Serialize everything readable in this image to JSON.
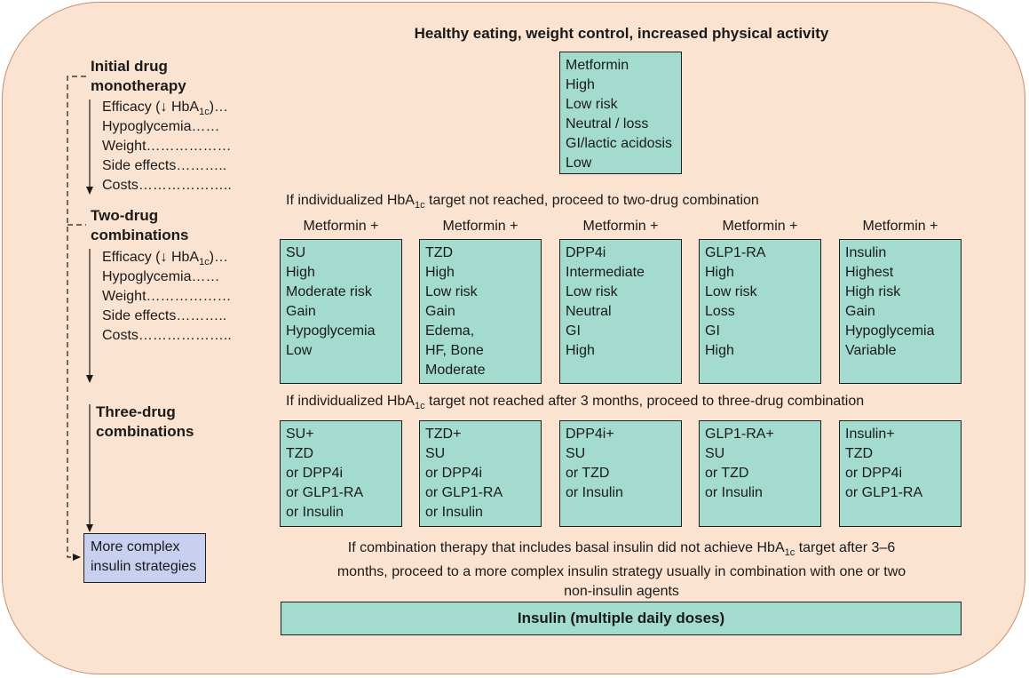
{
  "title": "Healthy eating, weight control, increased physical activity",
  "stages": {
    "mono": [
      "Initial drug",
      "monotherapy"
    ],
    "two": [
      "Two-drug",
      "combinations"
    ],
    "three": [
      "Three-drug",
      "combinations"
    ],
    "complex": [
      "More complex",
      "insulin strategies"
    ]
  },
  "metrics": {
    "efficacy_pre": "Efficacy (↓ HbA",
    "efficacy_sub": "1c",
    "efficacy_post": ")…",
    "hypo": "Hypoglycemia……",
    "weight": "Weight………………",
    "side": "Side effects………..",
    "costs": "Costs……………….."
  },
  "metformin_box": [
    "Metformin",
    "High",
    "Low risk",
    "Neutral / loss",
    "GI/lactic acidosis",
    "Low"
  ],
  "step2_text": {
    "pre": "If individualized HbA",
    "sub": "1c",
    "post": " target not reached, proceed to two-drug combination"
  },
  "column_header": "Metformin +",
  "two_drug": [
    [
      "SU",
      "High",
      "Moderate risk",
      "Gain",
      "Hypoglycemia",
      "Low"
    ],
    [
      "TZD",
      "High",
      "Low risk",
      "Gain",
      "Edema,",
      "HF, Bone",
      "Moderate"
    ],
    [
      "DPP4i",
      "Intermediate",
      "Low risk",
      "Neutral",
      "GI",
      "High"
    ],
    [
      "GLP1-RA",
      "High",
      "Low risk",
      "Loss",
      "GI",
      "High"
    ],
    [
      "Insulin",
      "Highest",
      "High risk",
      "Gain",
      "Hypoglycemia",
      "Variable"
    ]
  ],
  "step3_text": {
    "pre": "If individualized HbA",
    "sub": "1c",
    "post": " target not reached after 3 months, proceed to three-drug combination"
  },
  "three_drug": [
    [
      "SU+",
      "TZD",
      "or DPP4i",
      "or GLP1-RA",
      "or Insulin"
    ],
    [
      "TZD+",
      "SU",
      "or DPP4i",
      "or GLP1-RA",
      "or Insulin"
    ],
    [
      "DPP4i+",
      "SU",
      "or TZD",
      "or Insulin"
    ],
    [
      "GLP1-RA+",
      "SU",
      "or TZD",
      "or Insulin"
    ],
    [
      "Insulin+",
      "TZD",
      "or DPP4i",
      "or GLP1-RA"
    ]
  ],
  "step4_text": {
    "l1_pre": "If combination therapy that includes basal insulin did not achieve HbA",
    "l1_sub": "1c",
    "l1_post": " target after 3–6",
    "l2": "months, proceed to a more complex insulin strategy usually in combination with one or two",
    "l3": "non-insulin agents"
  },
  "final_bar": "Insulin (multiple daily doses)",
  "colors": {
    "background": "#fbe3d1",
    "box_fill": "#a3dccf",
    "complex_fill": "#c9cfee"
  }
}
